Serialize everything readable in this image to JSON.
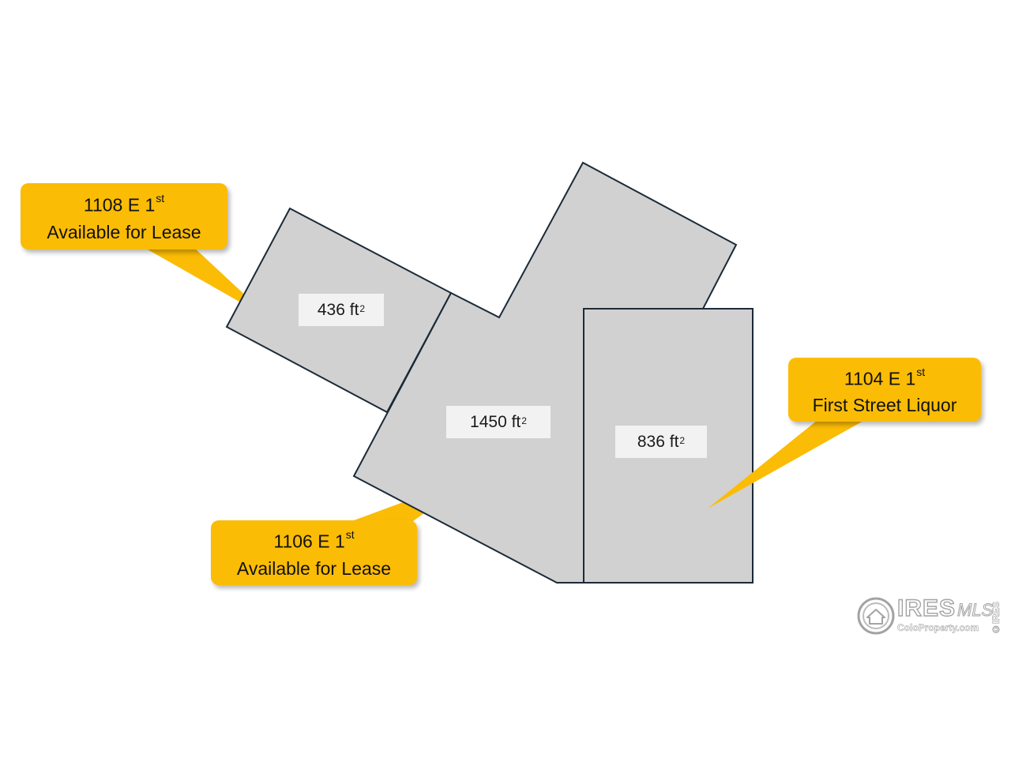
{
  "units": [
    {
      "id": "1108",
      "area_value": "436 ft",
      "area_sup": "2",
      "callout_line1_main": "1108 E 1",
      "callout_line1_sup": "st",
      "callout_line2": "Available for Lease"
    },
    {
      "id": "1106",
      "area_value": "1450 ft",
      "area_sup": "2",
      "callout_line1_main": "1106 E 1",
      "callout_line1_sup": "st",
      "callout_line2": "Available for Lease"
    },
    {
      "id": "1104",
      "area_value": "836 ft",
      "area_sup": "2",
      "callout_line1_main": "1104 E 1",
      "callout_line1_sup": "st",
      "callout_line2": "First Street Liquor"
    }
  ],
  "watermark": {
    "brand": "IRES",
    "mls": "MLS",
    "site": "ColoProperty.com",
    "vertical": "©IRES",
    "logo_icon": "house-circle-logo"
  },
  "colors": {
    "unit_fill": "#d1d1d1",
    "unit_stroke": "#1b2a38",
    "callout_fill": "#fbbc05",
    "area_label_fill": "#f2f2f2"
  }
}
